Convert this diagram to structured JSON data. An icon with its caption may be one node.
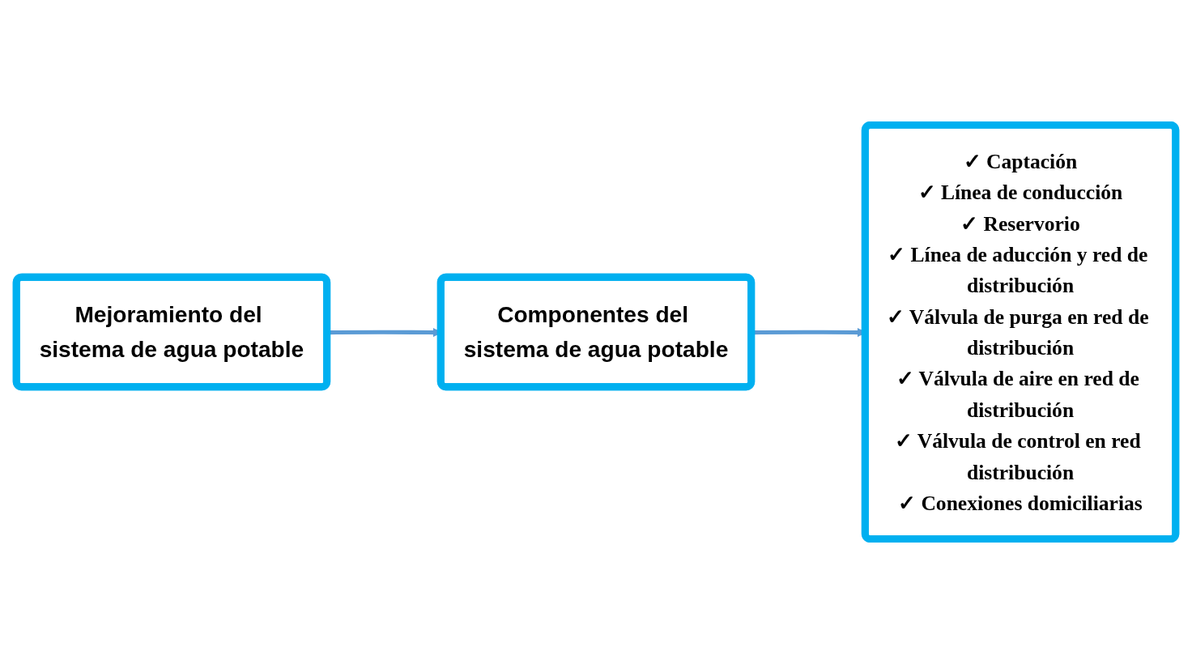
{
  "diagram": {
    "nodes": [
      {
        "text": [
          "Mejoramiento del sistema de agua potable"
        ]
      },
      {
        "text": [
          "Componentes del sistema de agua potable"
        ]
      },
      {
        "text": [
          "✓ Captación",
          "✓ Línea de conducción",
          "✓ Reservorio",
          "✓ Línea de aducción y red de distribución",
          "✓ Válvula de purga en red de distribución",
          "✓ Válvula de aire en red de distribución",
          "✓ Válvula de control en red distribución",
          "✓ Conexiones domiciliarias"
        ]
      }
    ],
    "edges": [
      {
        "from": 0,
        "to": 1,
        "arrow": "to"
      },
      {
        "from": 1,
        "to": 2,
        "arrow": "to"
      }
    ]
  }
}
